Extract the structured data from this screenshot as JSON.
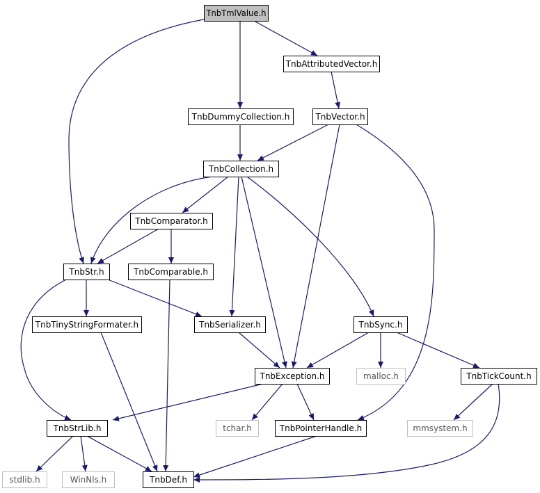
{
  "colors": {
    "edge": "#191970",
    "node_border": "#000000",
    "node_fill": "#ffffff",
    "root_fill": "#bfbfbf",
    "external_border": "#bfbfbf"
  },
  "nodes": {
    "root": {
      "label": "TnbTmlValue.h",
      "kind": "root"
    },
    "attributedvector": {
      "label": "TnbAttributedVector.h",
      "kind": "local"
    },
    "dummycollection": {
      "label": "TnbDummyCollection.h",
      "kind": "local"
    },
    "vector": {
      "label": "TnbVector.h",
      "kind": "local"
    },
    "collection": {
      "label": "TnbCollection.h",
      "kind": "local"
    },
    "comparator": {
      "label": "TnbComparator.h",
      "kind": "local"
    },
    "str": {
      "label": "TnbStr.h",
      "kind": "local"
    },
    "comparable": {
      "label": "TnbComparable.h",
      "kind": "local"
    },
    "tinystringformater": {
      "label": "TnbTinyStringFormater.h",
      "kind": "local"
    },
    "serializer": {
      "label": "TnbSerializer.h",
      "kind": "local"
    },
    "sync": {
      "label": "TnbSync.h",
      "kind": "local"
    },
    "exception": {
      "label": "TnbException.h",
      "kind": "local"
    },
    "malloc": {
      "label": "malloc.h",
      "kind": "external"
    },
    "tickcount": {
      "label": "TnbTickCount.h",
      "kind": "local"
    },
    "strlib": {
      "label": "TnbStrLib.h",
      "kind": "local"
    },
    "tchar": {
      "label": "tchar.h",
      "kind": "external"
    },
    "pointerhandle": {
      "label": "TnbPointerHandle.h",
      "kind": "local"
    },
    "mmsystem": {
      "label": "mmsystem.h",
      "kind": "external"
    },
    "stdlib": {
      "label": "stdlib.h",
      "kind": "external"
    },
    "winnls": {
      "label": "WinNls.h",
      "kind": "external"
    },
    "def": {
      "label": "TnbDef.h",
      "kind": "local"
    }
  },
  "edges": [
    {
      "from": "root",
      "to": "str"
    },
    {
      "from": "root",
      "to": "dummycollection"
    },
    {
      "from": "root",
      "to": "attributedvector"
    },
    {
      "from": "attributedvector",
      "to": "vector"
    },
    {
      "from": "dummycollection",
      "to": "collection"
    },
    {
      "from": "vector",
      "to": "collection"
    },
    {
      "from": "vector",
      "to": "exception"
    },
    {
      "from": "vector",
      "to": "pointerhandle"
    },
    {
      "from": "collection",
      "to": "str"
    },
    {
      "from": "collection",
      "to": "comparator"
    },
    {
      "from": "collection",
      "to": "serializer"
    },
    {
      "from": "collection",
      "to": "exception"
    },
    {
      "from": "collection",
      "to": "sync"
    },
    {
      "from": "comparator",
      "to": "str"
    },
    {
      "from": "comparator",
      "to": "comparable"
    },
    {
      "from": "str",
      "to": "tinystringformater"
    },
    {
      "from": "str",
      "to": "serializer"
    },
    {
      "from": "str",
      "to": "strlib"
    },
    {
      "from": "comparable",
      "to": "def"
    },
    {
      "from": "tinystringformater",
      "to": "def"
    },
    {
      "from": "serializer",
      "to": "exception"
    },
    {
      "from": "sync",
      "to": "exception"
    },
    {
      "from": "sync",
      "to": "malloc"
    },
    {
      "from": "sync",
      "to": "tickcount"
    },
    {
      "from": "exception",
      "to": "strlib"
    },
    {
      "from": "exception",
      "to": "tchar"
    },
    {
      "from": "exception",
      "to": "pointerhandle"
    },
    {
      "from": "tickcount",
      "to": "mmsystem"
    },
    {
      "from": "tickcount",
      "to": "def"
    },
    {
      "from": "strlib",
      "to": "stdlib"
    },
    {
      "from": "strlib",
      "to": "winnls"
    },
    {
      "from": "strlib",
      "to": "def"
    },
    {
      "from": "pointerhandle",
      "to": "def"
    }
  ]
}
